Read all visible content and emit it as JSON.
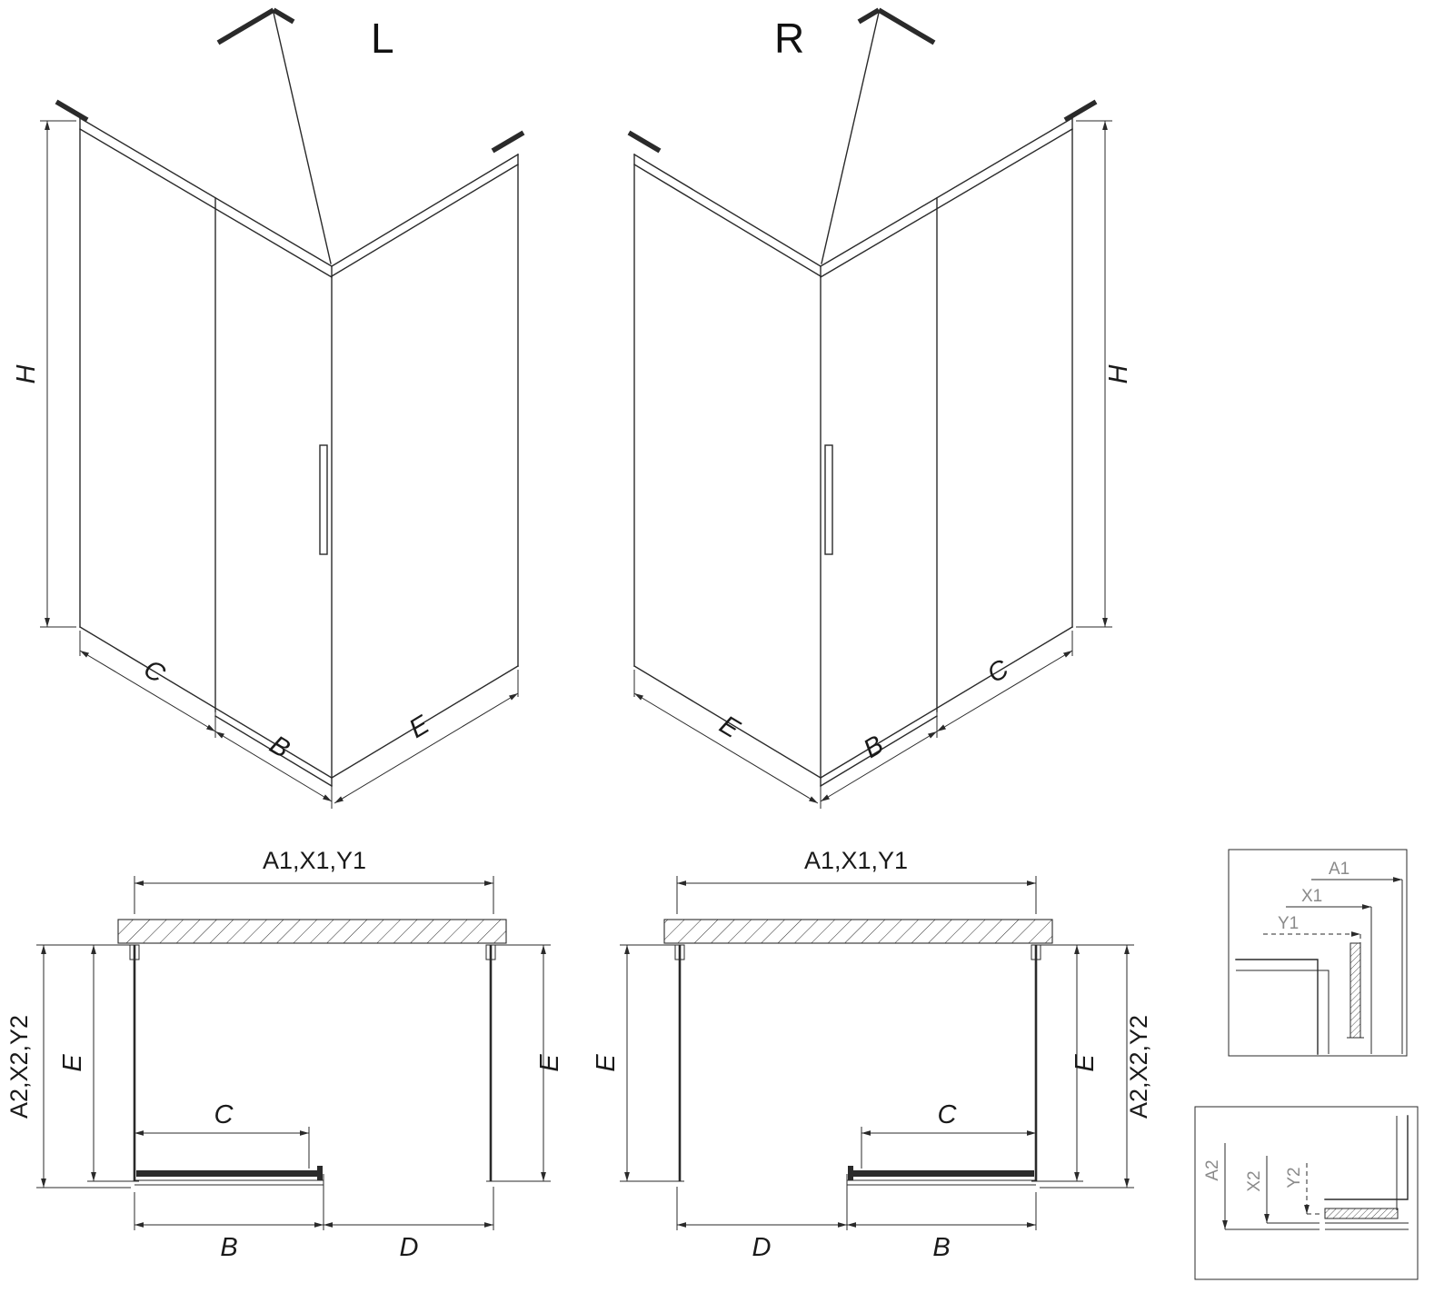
{
  "iso_left": {
    "title": "L",
    "dim_height": "H",
    "dim_front_outer": "C",
    "dim_front_door": "B",
    "dim_side": "E"
  },
  "iso_right": {
    "title": "R",
    "dim_height": "H",
    "dim_side": "E",
    "dim_front_door": "B",
    "dim_front_outer": "C"
  },
  "plan_left": {
    "dim_width_top": "A1,X1,Y1",
    "dim_depth_outer": "A2,X2,Y2",
    "dim_depth_left": "E",
    "dim_depth_right": "E",
    "dim_fixed": "C",
    "dim_door": "B",
    "dim_opening": "D"
  },
  "plan_right": {
    "dim_width_top": "A1,X1,Y1",
    "dim_depth_outer": "A2,X2,Y2",
    "dim_depth_left": "E",
    "dim_depth_right": "E",
    "dim_fixed": "C",
    "dim_opening": "D",
    "dim_door": "B"
  },
  "detail_top": {
    "labels": {
      "a": "A1",
      "x": "X1",
      "y": "Y1"
    }
  },
  "detail_bottom": {
    "labels": {
      "a": "A2",
      "x": "X2",
      "y": "Y2"
    }
  },
  "colors": {
    "line": "#2a2a2a",
    "background": "#ffffff",
    "detail_label": "#8a8a8a"
  }
}
